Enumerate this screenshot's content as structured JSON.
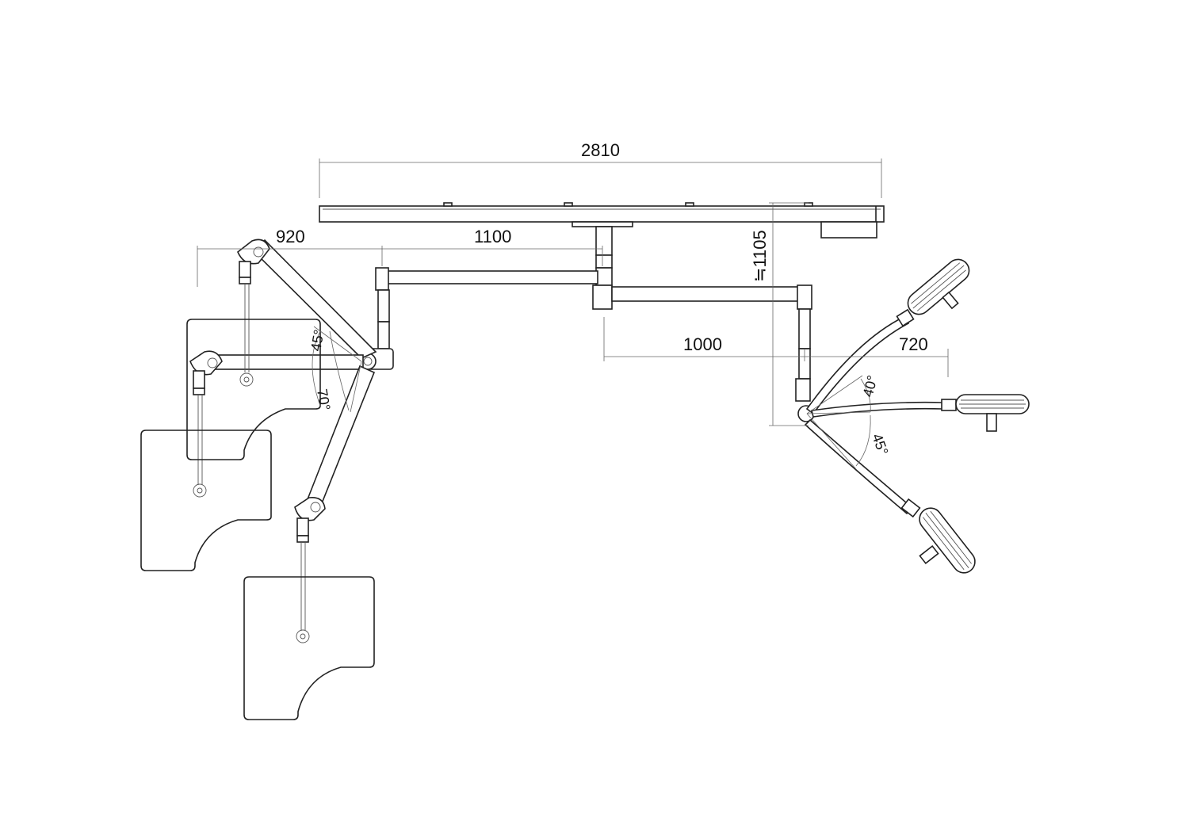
{
  "dimensions": {
    "total_length": "2810",
    "left_reach": "920",
    "arm_1": "1100",
    "arm_2": "1000",
    "right_reach": "720",
    "height": "≒1105"
  },
  "angles": {
    "left_upper": "45°",
    "left_lower": "70°",
    "right_upper": "40°",
    "right_lower": "45°"
  }
}
